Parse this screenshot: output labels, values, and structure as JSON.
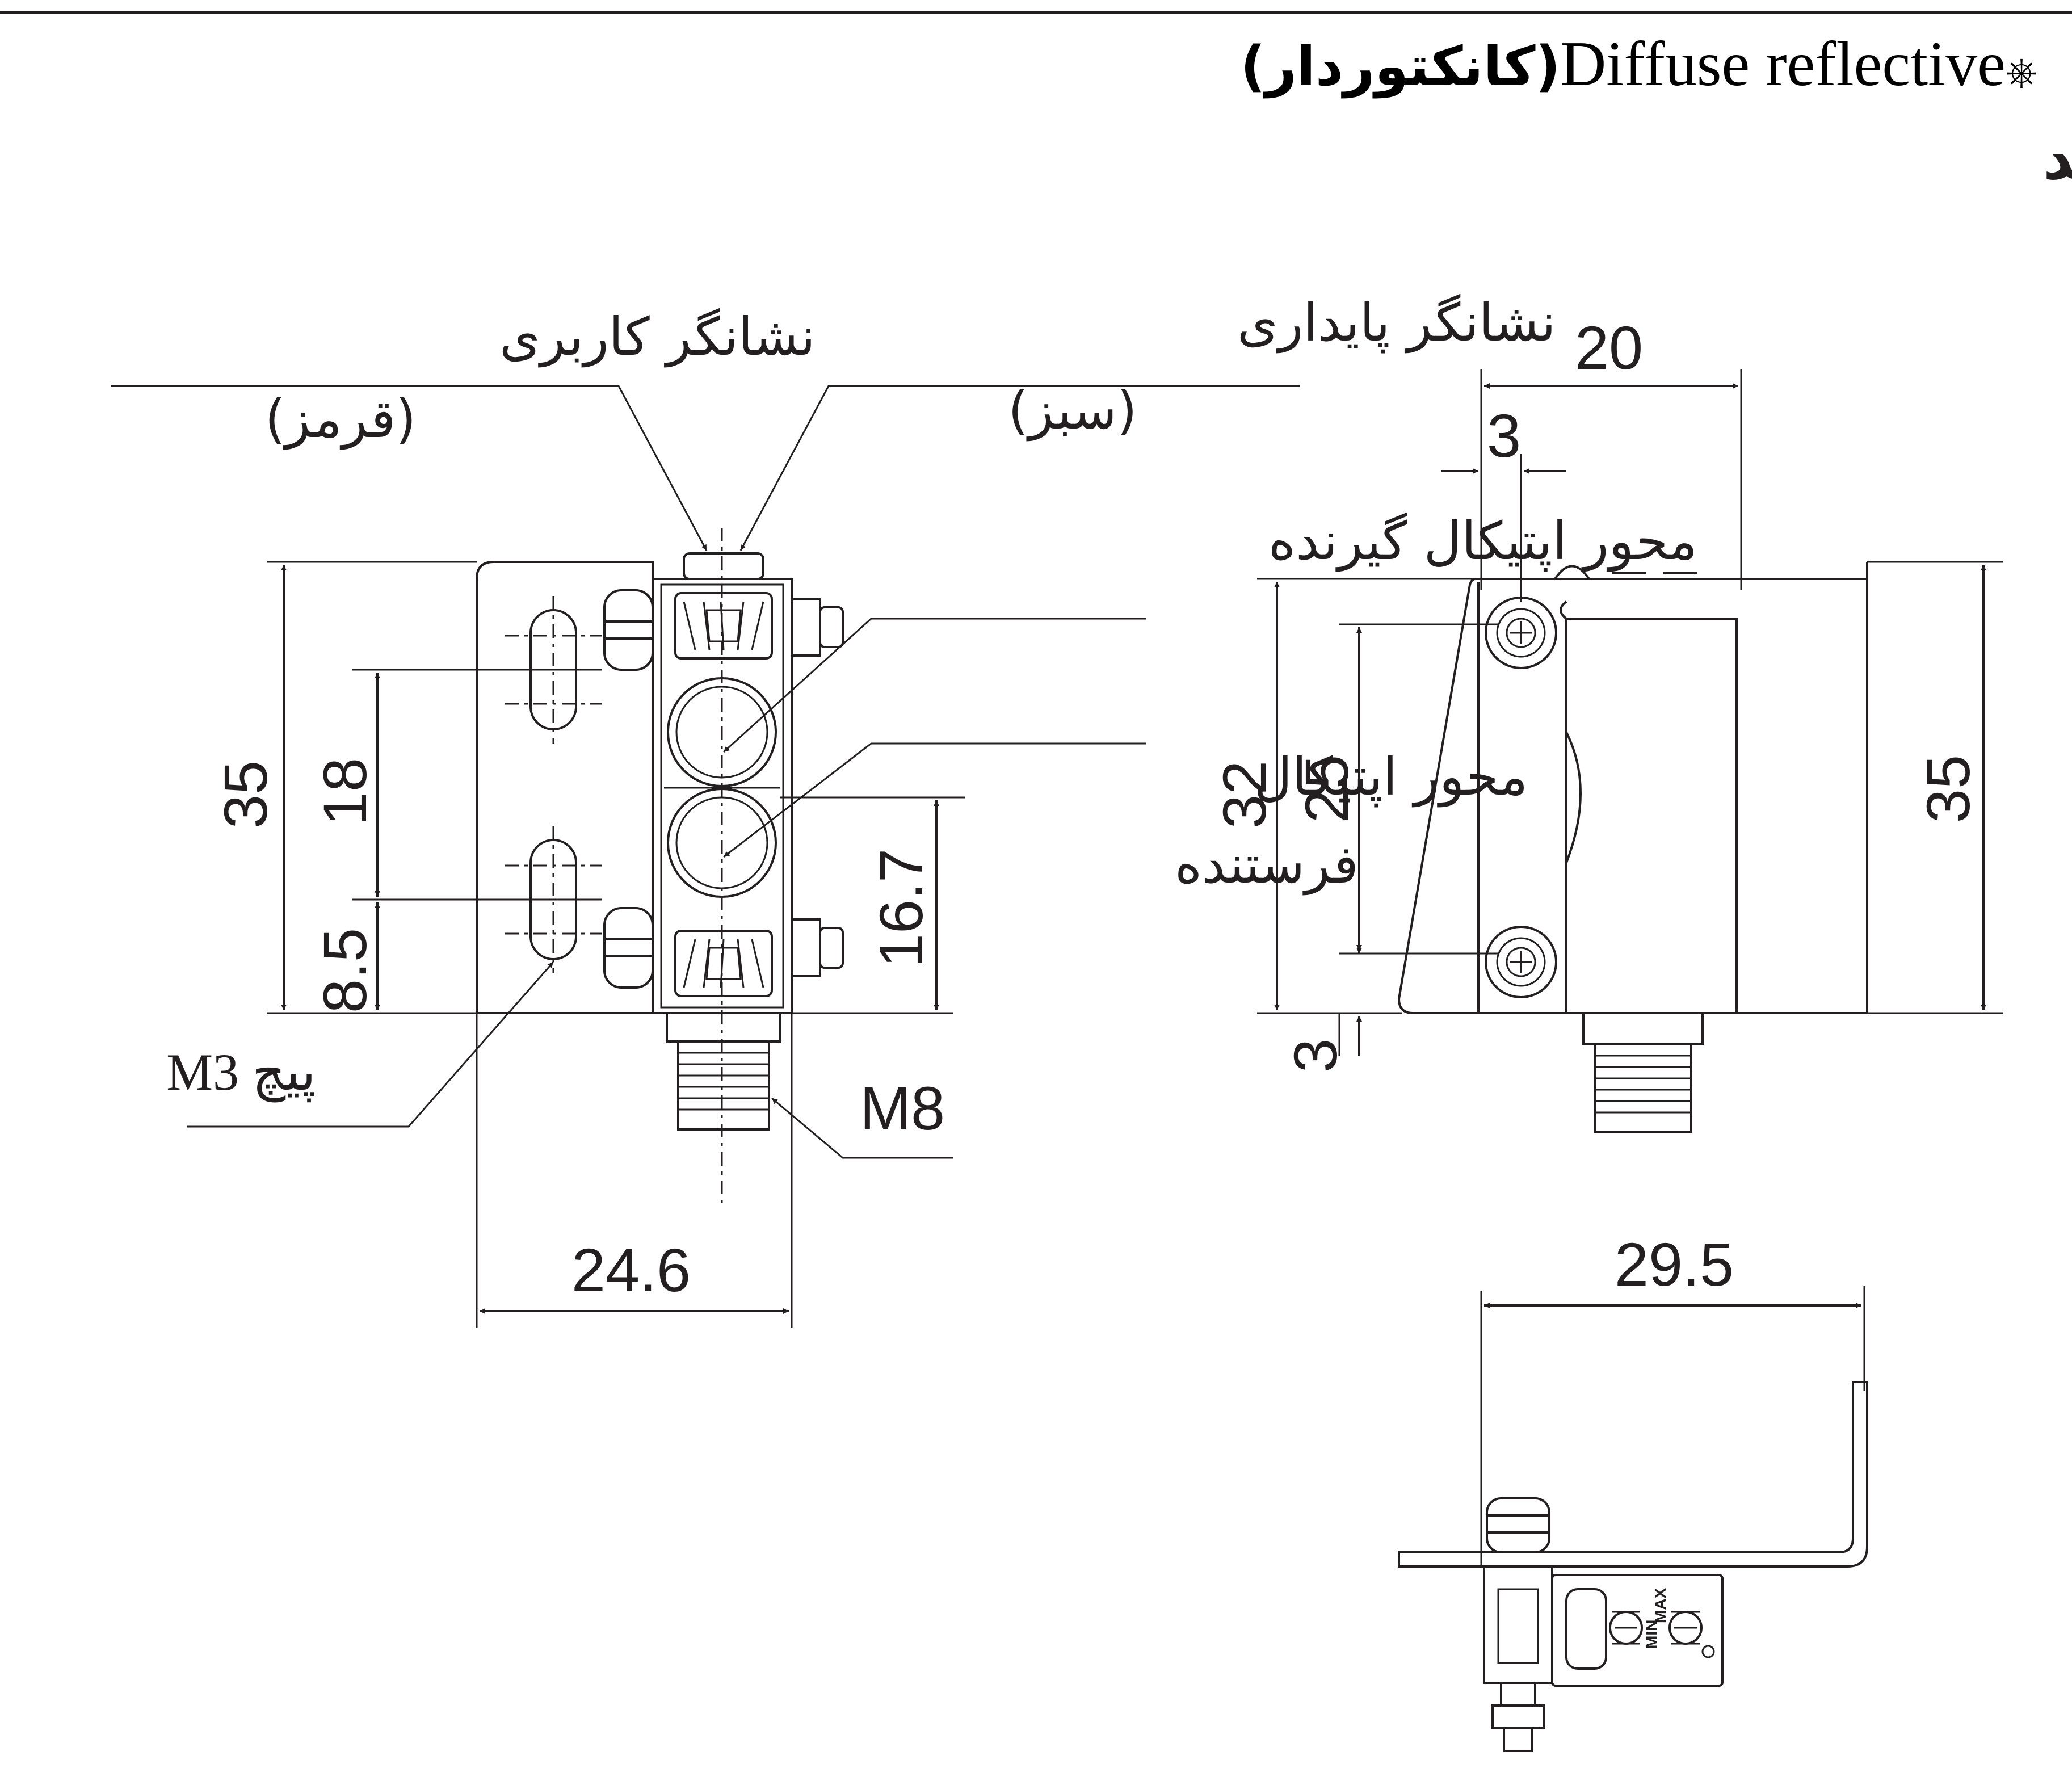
{
  "header": {
    "title_en": "Diffuse reflective",
    "title_fa": "(کانکتوردار)",
    "title_mark": "⎈",
    "subtitle": "- براکت B را نصب کنید"
  },
  "callouts": {
    "operation_indicator": "نشانگر کاربری",
    "operation_indicator_color": "(قرمز)",
    "stability_indicator": "نشانگر پایداری",
    "stability_indicator_color": "(سبز)",
    "receiver_axis": "محور اپتیکال گیرنده",
    "emitter_axis_1": "محور اپتیکال",
    "emitter_axis_2": "فرستنده",
    "screw": "پیچ M3",
    "connector": "M8"
  },
  "dimensions": {
    "front_height": "35",
    "hole_pitch": "18",
    "hole_offset": "8.5",
    "emitter_height": "16.7",
    "front_width": "24.6",
    "side_width": "20",
    "side_small": "3",
    "side_height": "32",
    "side_hole_pitch": "25",
    "side_total_height": "35",
    "side_bottom": "3",
    "bottom_width": "29.5"
  },
  "dial_labels": {
    "min": "MIN",
    "max": "MAX"
  },
  "colors": {
    "ink": "#231f20",
    "background": "#ffffff"
  }
}
